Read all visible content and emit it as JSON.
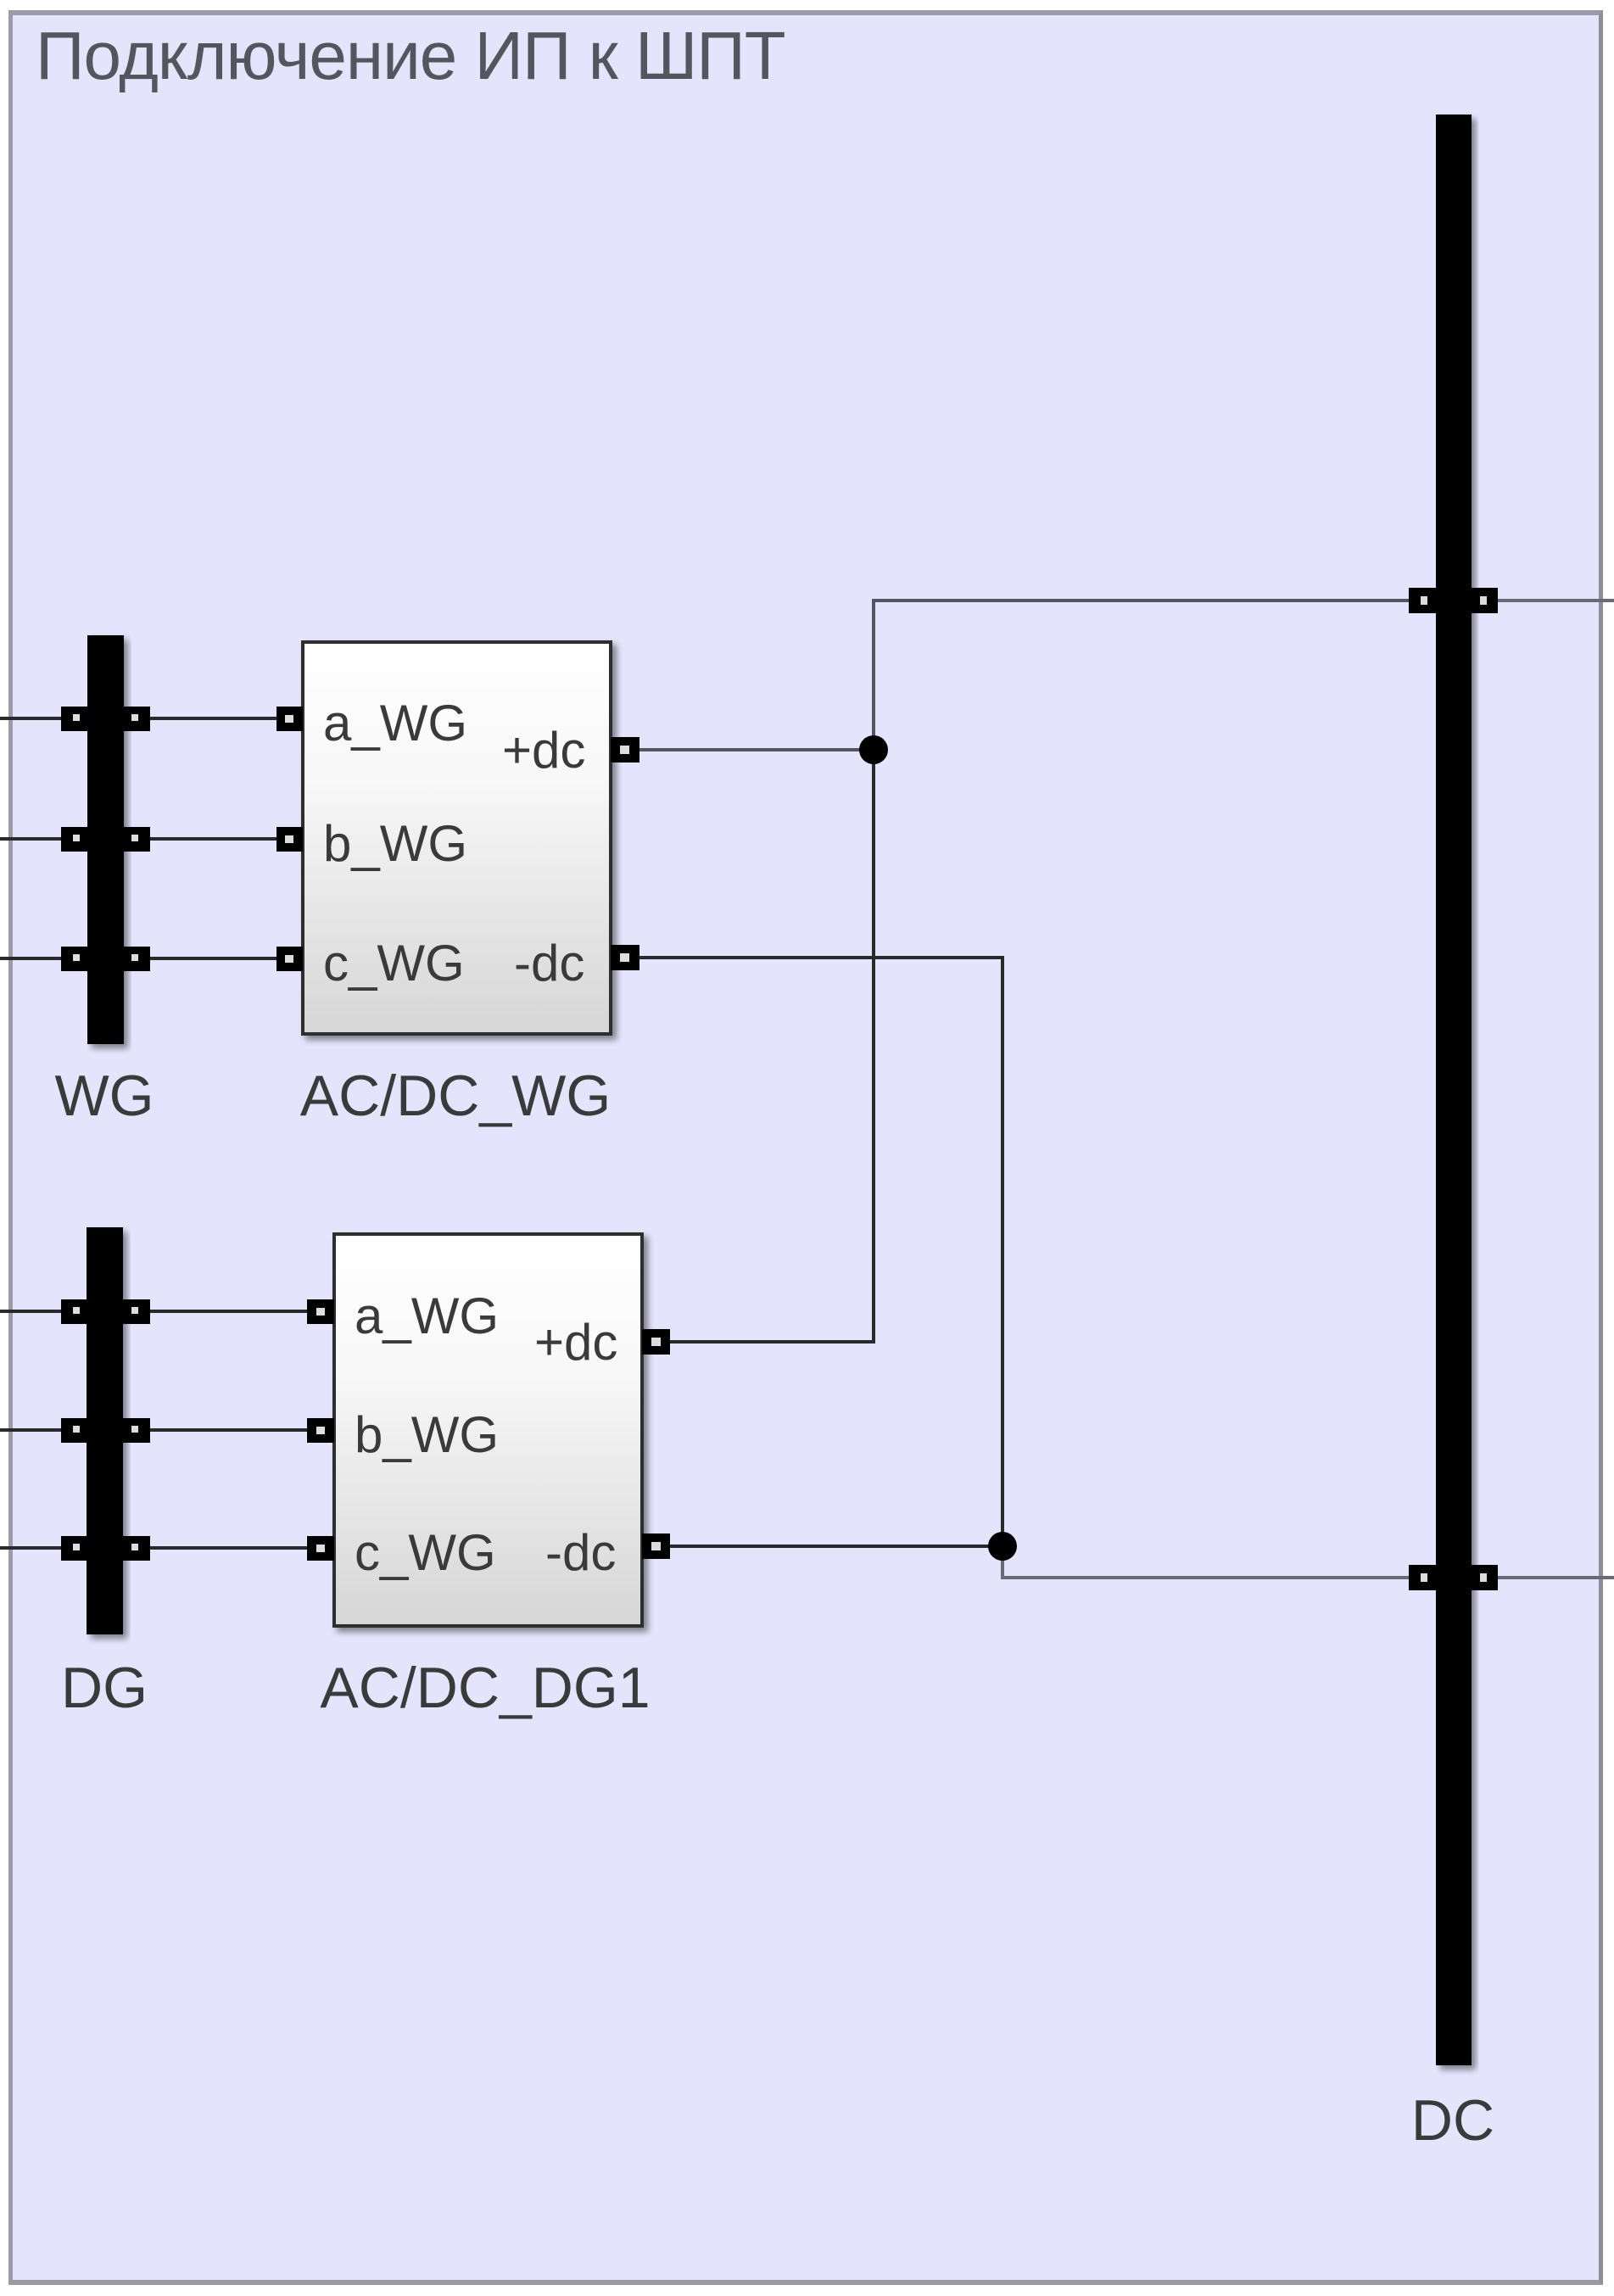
{
  "subsystem": {
    "title": "Подключение ИП к ШПТ",
    "background_color": "#e4e4fc"
  },
  "buses": [
    {
      "id": "wg",
      "label": "WG",
      "connections": 3
    },
    {
      "id": "dg",
      "label": "DG",
      "connections": 3
    },
    {
      "id": "dc",
      "label": "DC",
      "connections": 2
    }
  ],
  "blocks": [
    {
      "id": "acdc_wg",
      "name": "AC/DC_WG",
      "inputs": [
        "a_WG",
        "b_WG",
        "c_WG"
      ],
      "outputs": [
        "+dc",
        "-dc"
      ]
    },
    {
      "id": "acdc_dg1",
      "name": "AC/DC_DG1",
      "inputs": [
        "a_WG",
        "b_WG",
        "c_WG"
      ],
      "outputs": [
        "+dc",
        "-dc"
      ]
    }
  ],
  "connections": [
    {
      "from": "WG",
      "to": "AC/DC_WG",
      "signals": [
        "a",
        "b",
        "c"
      ]
    },
    {
      "from": "DG",
      "to": "AC/DC_DG1",
      "signals": [
        "a",
        "b",
        "c"
      ]
    },
    {
      "from": "AC/DC_WG.+dc",
      "to": "DC.upper",
      "junction": true
    },
    {
      "from": "AC/DC_DG1.+dc",
      "to": "DC.upper"
    },
    {
      "from": "AC/DC_WG.-dc",
      "to": "DC.lower"
    },
    {
      "from": "AC/DC_DG1.-dc",
      "to": "DC.lower",
      "junction": true
    }
  ]
}
